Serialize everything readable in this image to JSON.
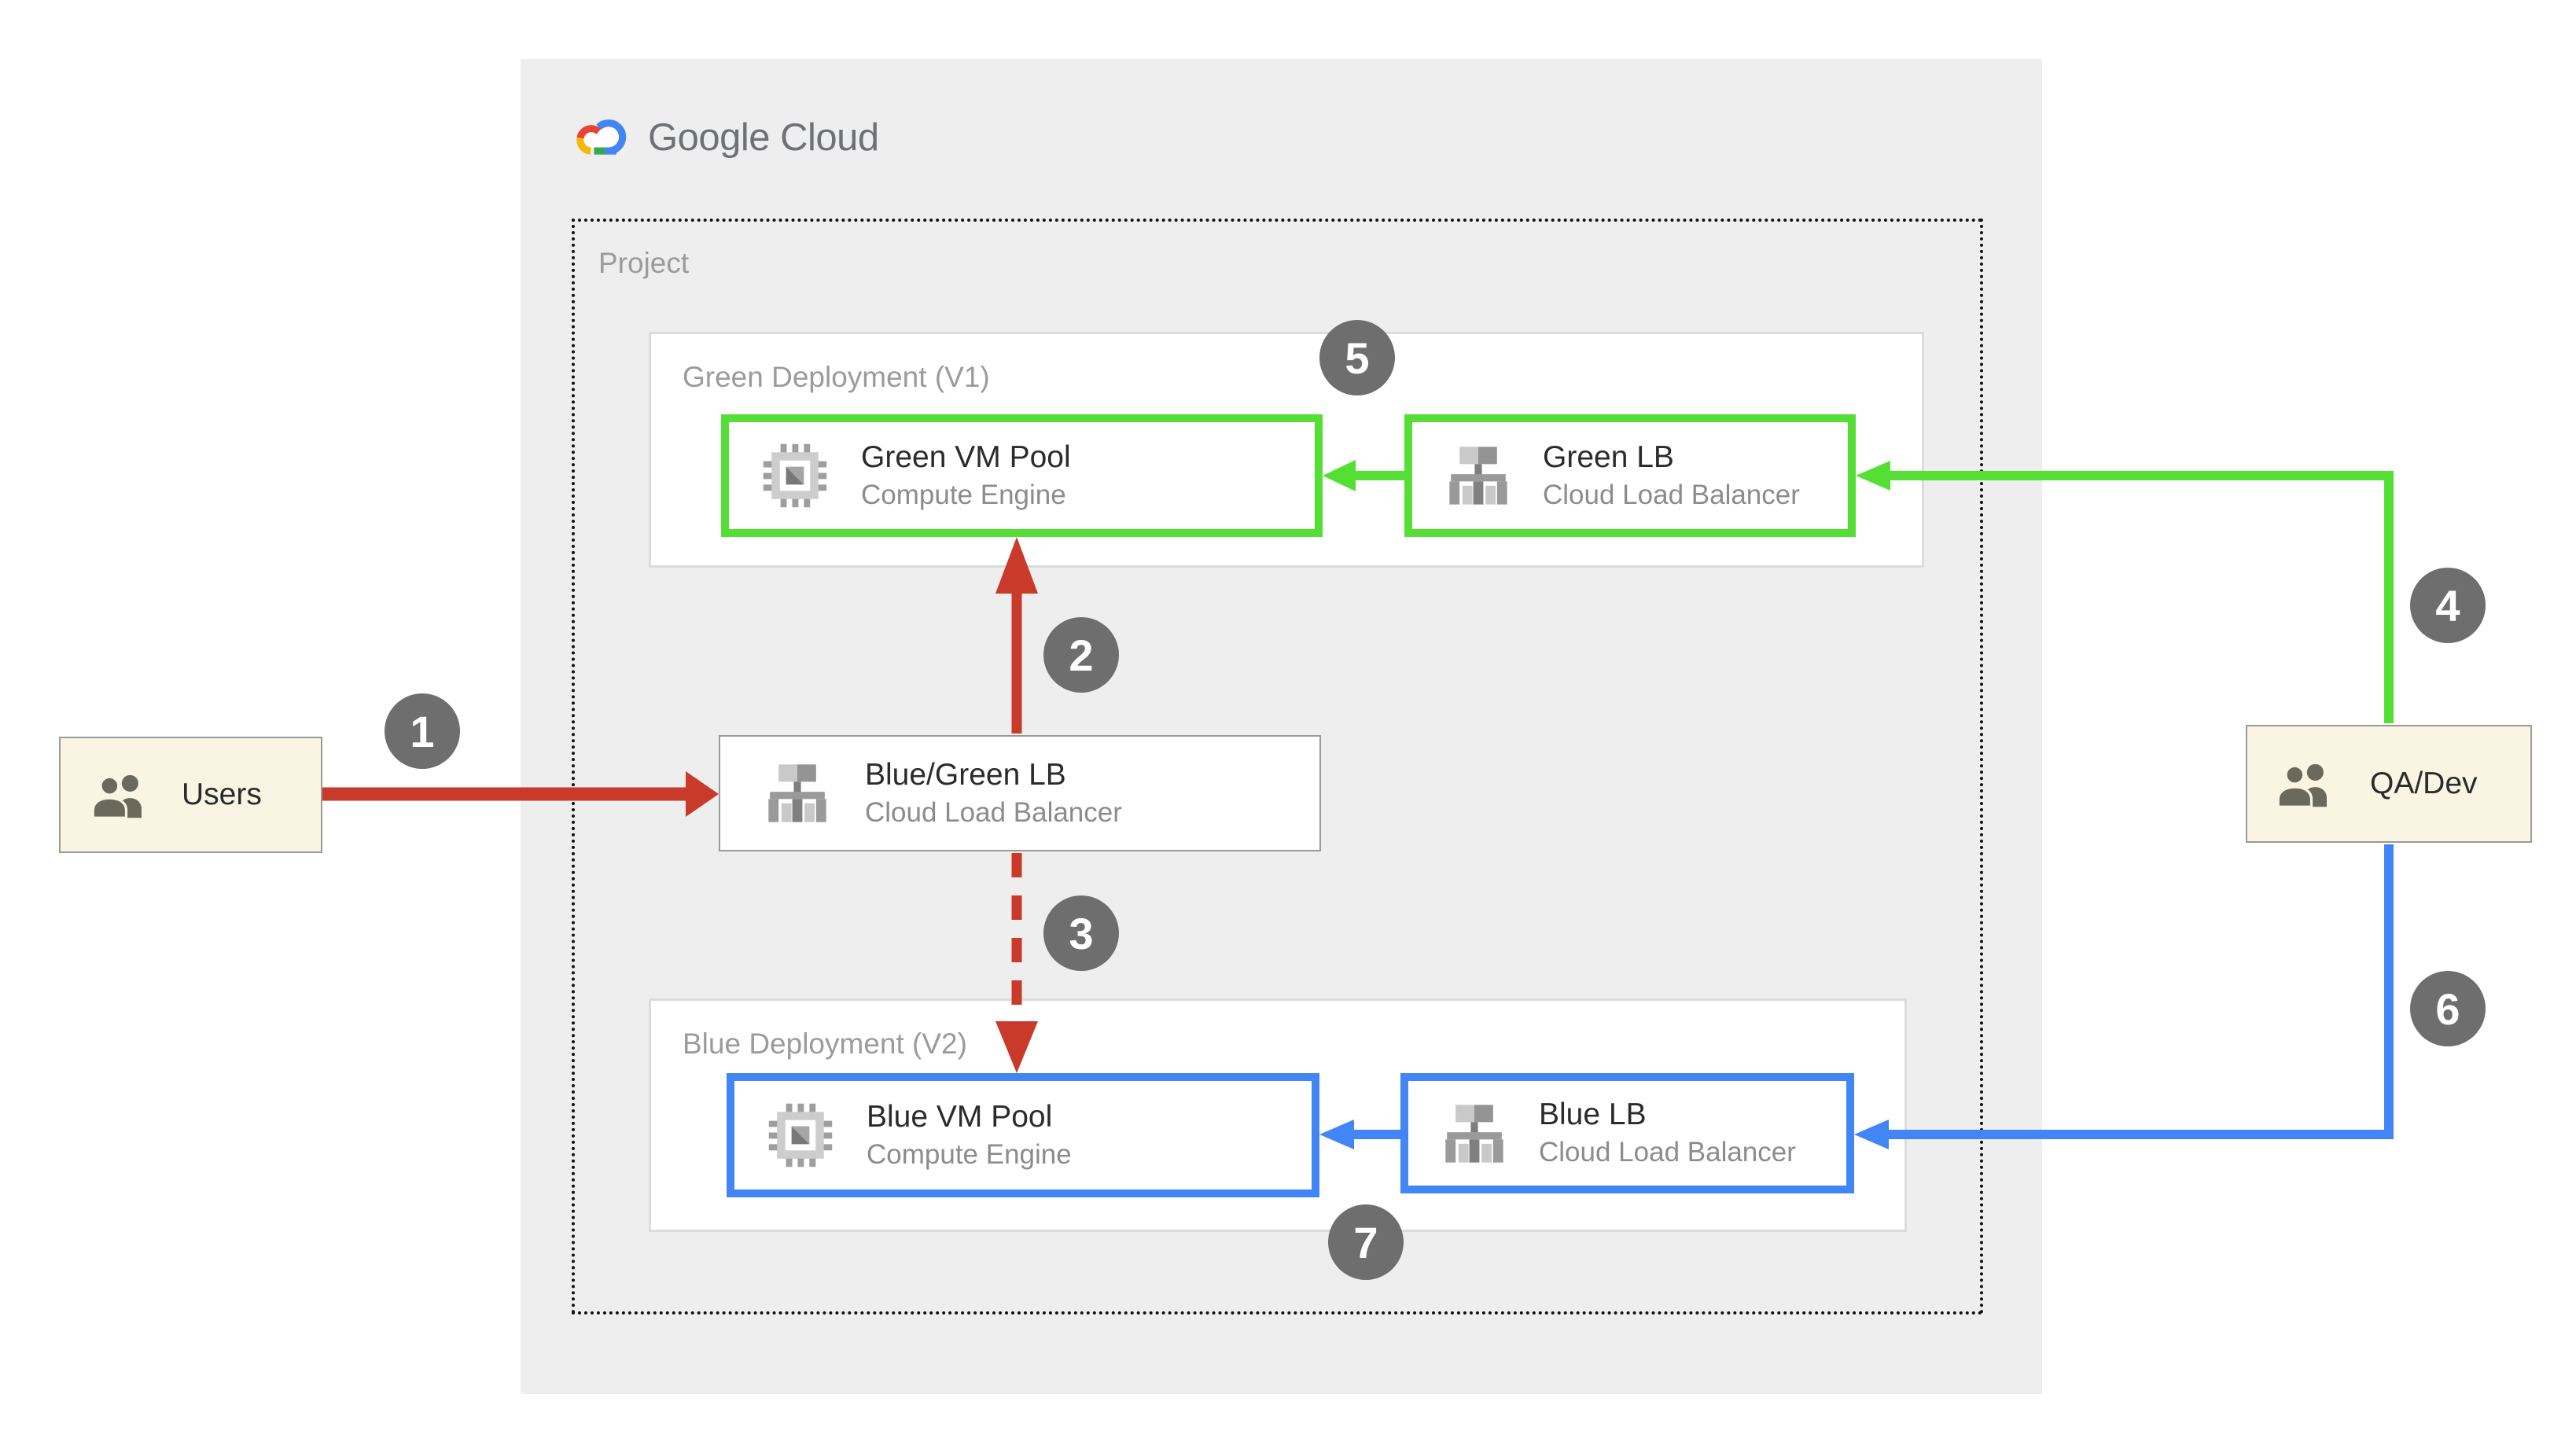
{
  "logo": {
    "text": "Google Cloud"
  },
  "project": {
    "label": "Project"
  },
  "groups": {
    "green": {
      "label": "Green Deployment (V1)"
    },
    "blue": {
      "label": "Blue Deployment (V2)"
    }
  },
  "nodes": {
    "green_vm": {
      "title": "Green VM Pool",
      "subtitle": "Compute Engine"
    },
    "green_lb": {
      "title": "Green LB",
      "subtitle": "Cloud Load Balancer"
    },
    "bluegreen_lb": {
      "title": "Blue/Green LB",
      "subtitle": "Cloud Load Balancer"
    },
    "blue_vm": {
      "title": "Blue VM Pool",
      "subtitle": "Compute Engine"
    },
    "blue_lb": {
      "title": "Blue LB",
      "subtitle": "Cloud Load Balancer"
    },
    "users": {
      "title": "Users"
    },
    "qa_dev": {
      "title": "QA/Dev"
    }
  },
  "badges": {
    "b1": "1",
    "b2": "2",
    "b3": "3",
    "b4": "4",
    "b5": "5",
    "b6": "6",
    "b7": "7"
  },
  "icons": {
    "logo": "google-cloud-logo",
    "vm": "compute-engine-chip-icon",
    "lb": "load-balancer-tree-icon",
    "people": "people-icon"
  },
  "colors": {
    "arrow_red": "#C93A2B",
    "flow_green": "#55DF35",
    "flow_blue": "#4285F4",
    "badge_gray": "#6E6E6E",
    "panel_bg": "#EEEEEE",
    "cream_bg": "#FAF5E2",
    "label_gray": "#9B9B9B",
    "title_color": "#2B2B2B",
    "subtitle_color": "#8C8C8C",
    "border_light": "#DCDCDC",
    "border_mid": "#9A9A9A",
    "logo_gray": "#6E7176",
    "logo_red": "#E94335",
    "logo_yellow": "#F6B60B",
    "logo_green": "#34A853",
    "logo_blue": "#4285F4"
  }
}
